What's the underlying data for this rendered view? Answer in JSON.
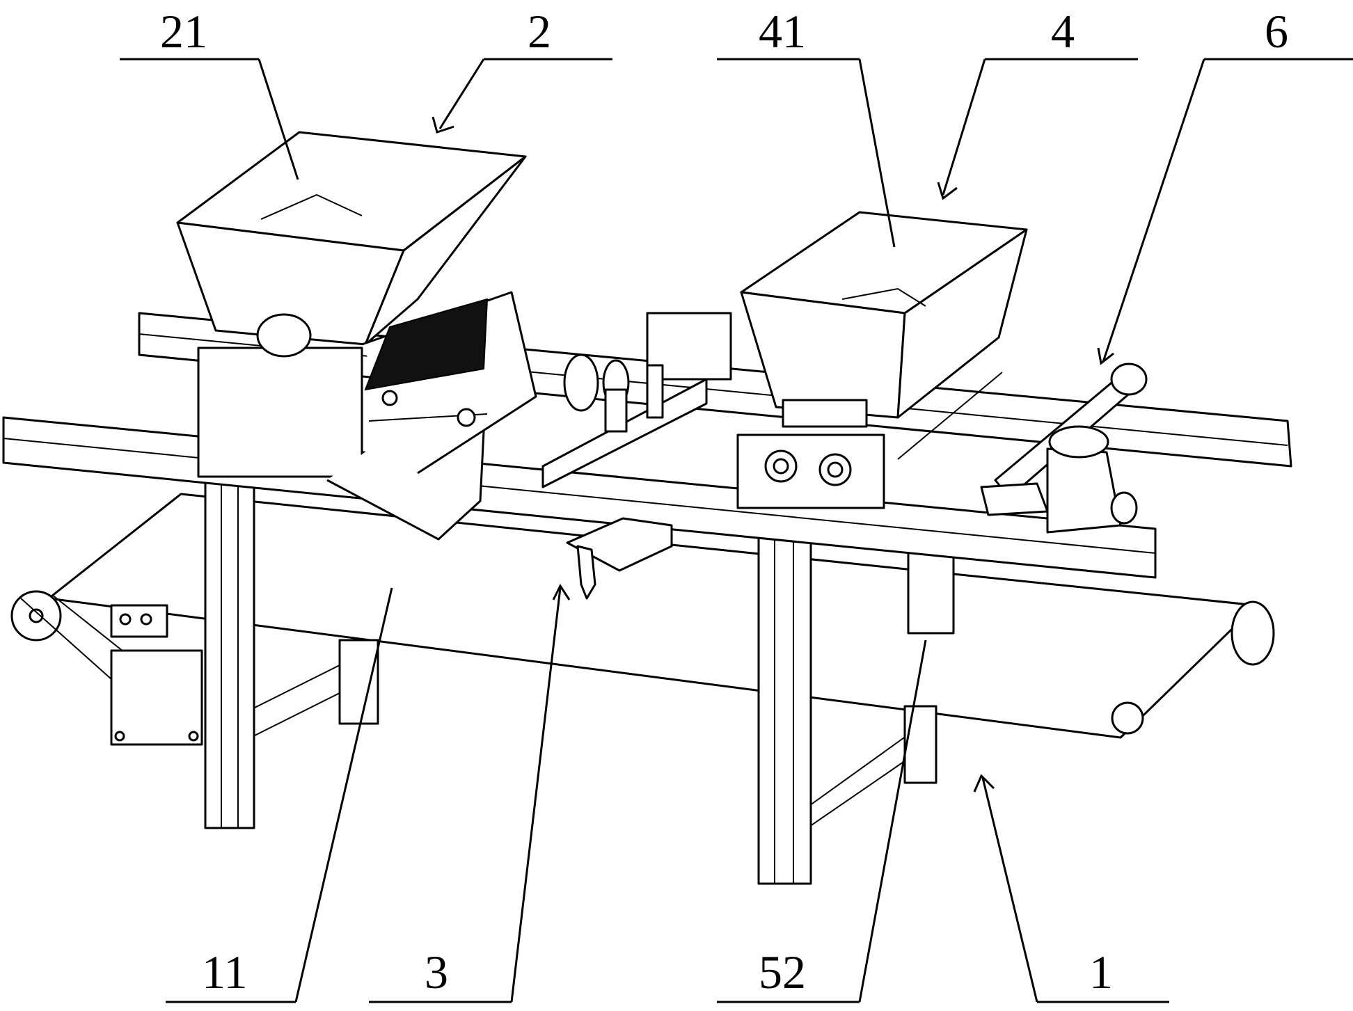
{
  "figure": {
    "callouts": [
      {
        "id": "c21",
        "label": "21"
      },
      {
        "id": "c2",
        "label": "2"
      },
      {
        "id": "c41",
        "label": "41"
      },
      {
        "id": "c4",
        "label": "4"
      },
      {
        "id": "c6",
        "label": "6"
      },
      {
        "id": "c11",
        "label": "11"
      },
      {
        "id": "c3",
        "label": "3"
      },
      {
        "id": "c52",
        "label": "52"
      },
      {
        "id": "c1",
        "label": "1"
      }
    ],
    "colors": {
      "ink": "#000000",
      "paper": "#ffffff"
    }
  }
}
